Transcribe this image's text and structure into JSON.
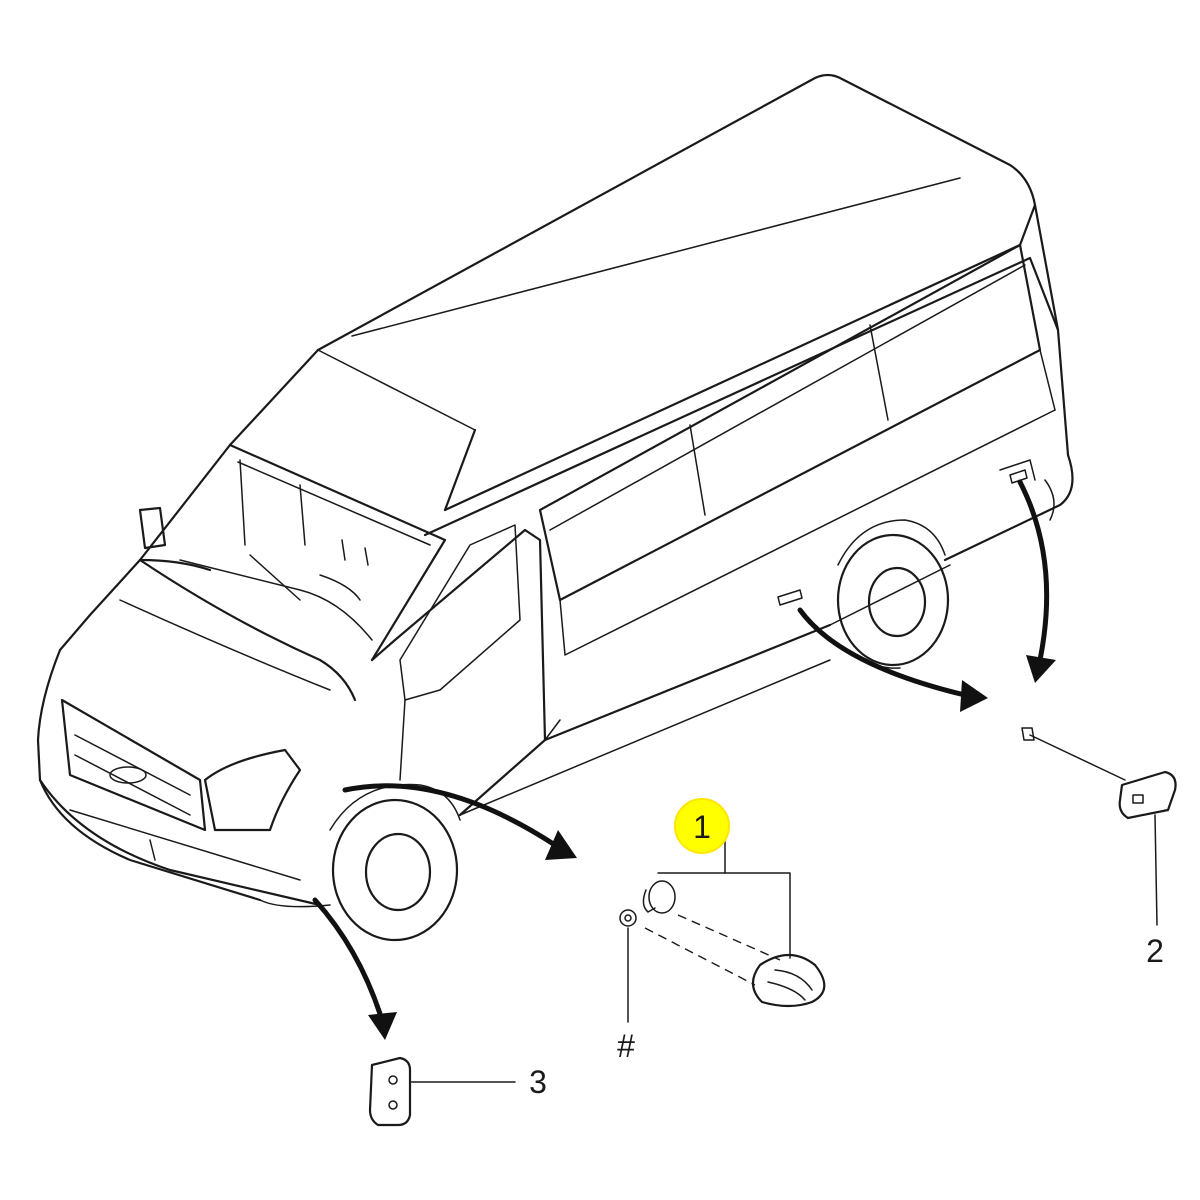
{
  "diagram": {
    "callouts": {
      "c1": "1",
      "c2": "2",
      "c3": "3",
      "hash": "#"
    },
    "highlight_color": "#ffff00",
    "line_color": "#1a1a1a"
  }
}
